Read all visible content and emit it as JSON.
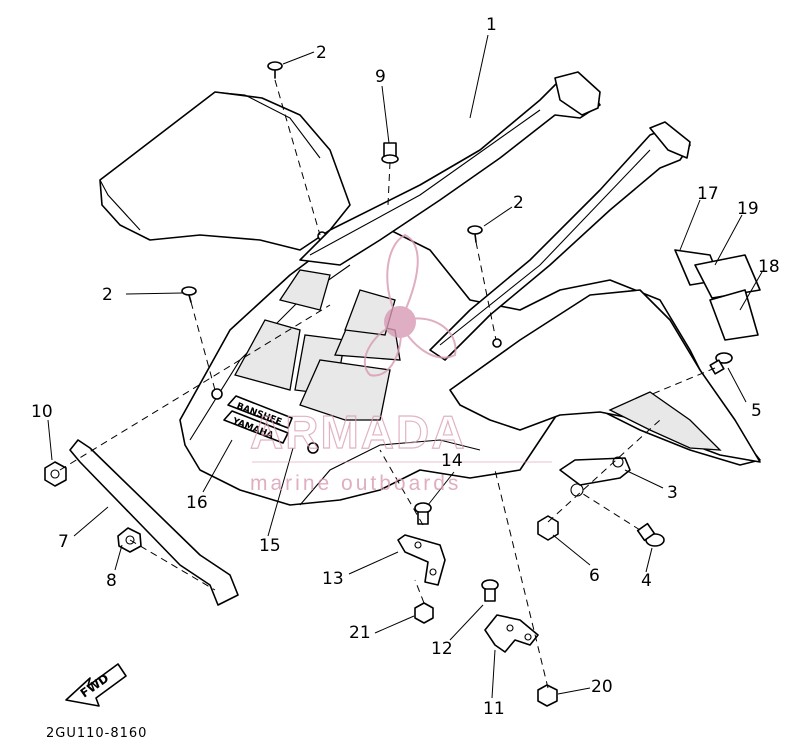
{
  "callouts": [
    {
      "id": "1",
      "label": "1"
    },
    {
      "id": "2a",
      "label": "2"
    },
    {
      "id": "2b",
      "label": "2"
    },
    {
      "id": "2c",
      "label": "2"
    },
    {
      "id": "3",
      "label": "3"
    },
    {
      "id": "4",
      "label": "4"
    },
    {
      "id": "5",
      "label": "5"
    },
    {
      "id": "6",
      "label": "6"
    },
    {
      "id": "7",
      "label": "7"
    },
    {
      "id": "8",
      "label": "8"
    },
    {
      "id": "9",
      "label": "9"
    },
    {
      "id": "10",
      "label": "10"
    },
    {
      "id": "11",
      "label": "11"
    },
    {
      "id": "12",
      "label": "12"
    },
    {
      "id": "13",
      "label": "13"
    },
    {
      "id": "14",
      "label": "14"
    },
    {
      "id": "15",
      "label": "15"
    },
    {
      "id": "16",
      "label": "16"
    },
    {
      "id": "17",
      "label": "17"
    },
    {
      "id": "18",
      "label": "18"
    },
    {
      "id": "19",
      "label": "19"
    },
    {
      "id": "20",
      "label": "20"
    },
    {
      "id": "21",
      "label": "21"
    }
  ],
  "decal_lines": [
    "BANSHEE",
    "YAMAHA"
  ],
  "fwd_label": "FWD",
  "diagram_code": "2GU110-8160",
  "watermark": {
    "brand": "ARMADA",
    "tagline": "marine outboards",
    "color": "#d89ab4"
  }
}
